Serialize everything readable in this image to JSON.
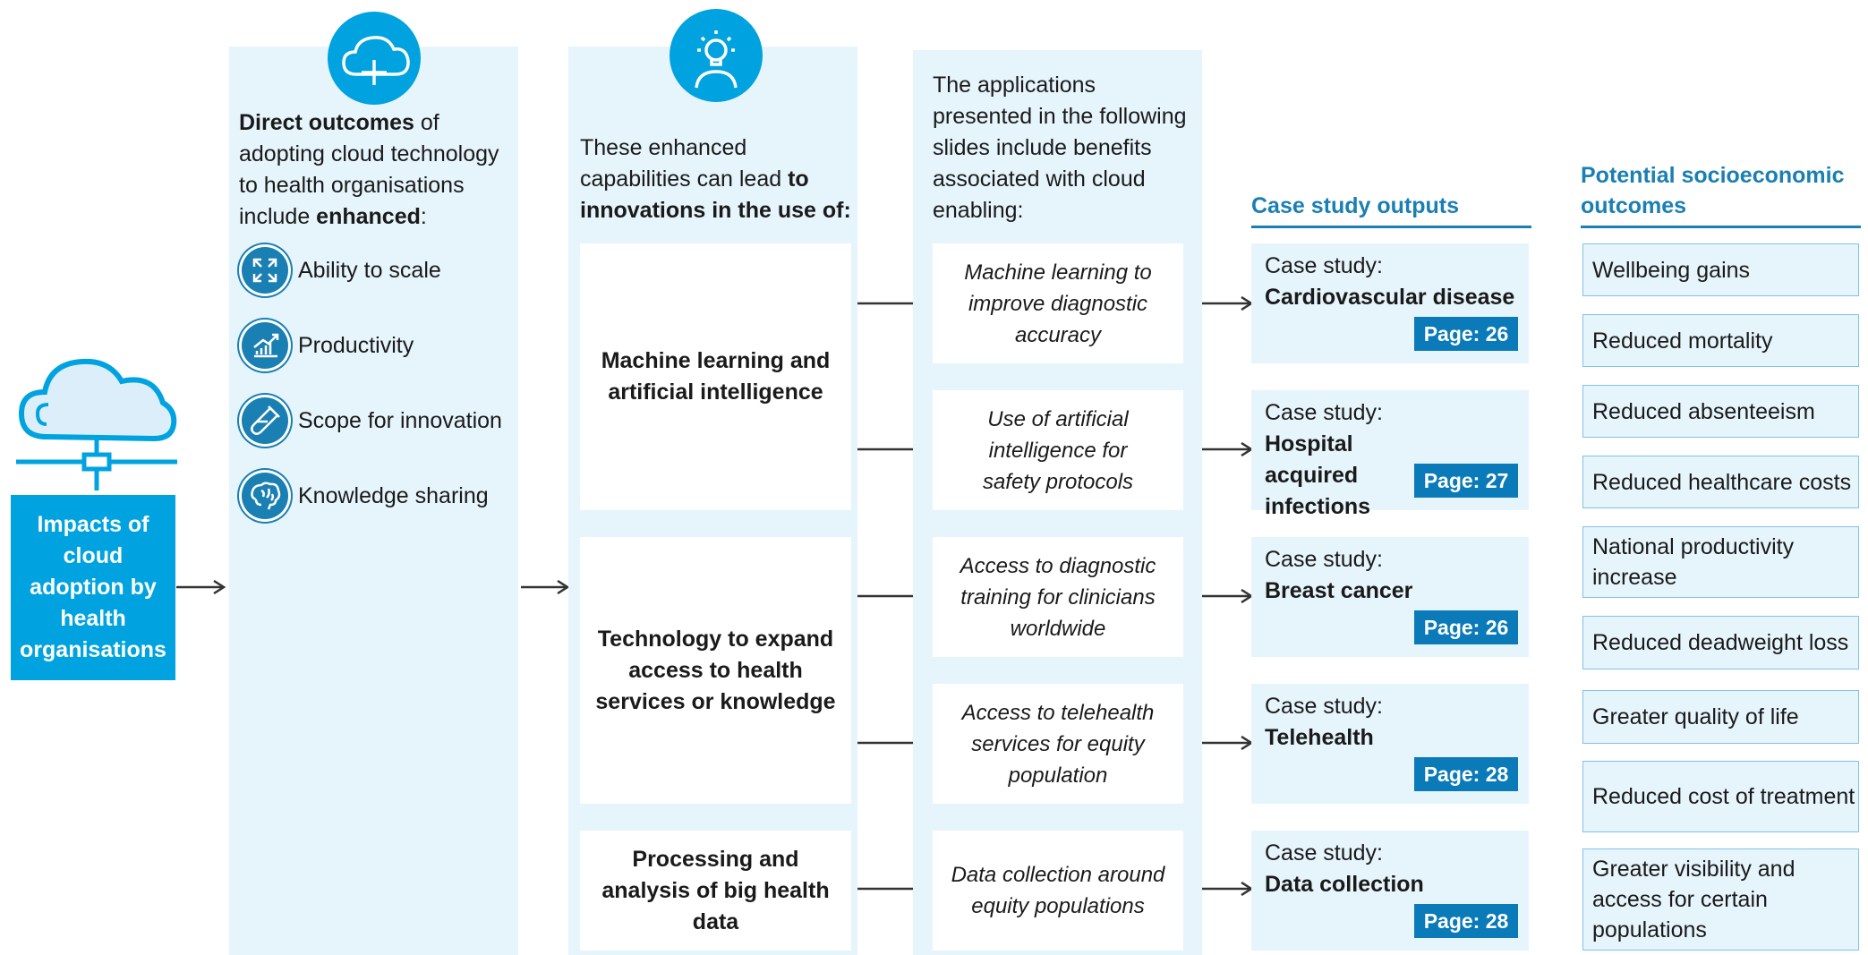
{
  "left_box": {
    "title": "Impacts of cloud adoption by health organisations"
  },
  "col1": {
    "intro": {
      "bold1": "Direct outcomes",
      "t1": " of adopting cloud technology to health organisations include ",
      "bold2": "enhanced",
      "t2": ":"
    },
    "items": [
      {
        "label": "Ability to scale",
        "icon": "expand-icon"
      },
      {
        "label": "Productivity",
        "icon": "productivity-chart-icon"
      },
      {
        "label": "Scope for innovation",
        "icon": "test-tube-icon"
      },
      {
        "label": "Knowledge sharing",
        "icon": "brain-icon"
      }
    ]
  },
  "col2": {
    "intro": {
      "t1": "These enhanced capabilities can lead ",
      "bold1": "to innovations in the use of:"
    },
    "boxes": [
      {
        "label": "Machine learning and artificial intelligence"
      },
      {
        "label": "Technology to expand access to health services or knowledge"
      },
      {
        "label": "Processing and analysis of big health data"
      }
    ]
  },
  "col3": {
    "intro": "The applications presented in the following slides include benefits associated with cloud enabling:",
    "apps": [
      "Machine learning to improve diagnostic accuracy",
      "Use of artificial intelligence for safety protocols",
      "Access to diagnostic training for clinicians worldwide",
      "Access to telehealth services for equity population",
      "Data collection around equity populations"
    ]
  },
  "col4": {
    "heading": "Case study outputs",
    "cases": [
      {
        "prefix": "Case study:",
        "name": "Cardiovascular disease",
        "page": "Page: 26"
      },
      {
        "prefix": "Case study:",
        "name": "Hospital acquired infections",
        "page": "Page: 27"
      },
      {
        "prefix": "Case study:",
        "name": "Breast cancer",
        "page": "Page: 26"
      },
      {
        "prefix": "Case study:",
        "name": "Telehealth",
        "page": "Page: 28"
      },
      {
        "prefix": "Case study:",
        "name": "Data collection",
        "page": "Page: 28"
      }
    ]
  },
  "col5": {
    "heading": "Potential socioeconomic outcomes",
    "outcomes": [
      "Wellbeing gains",
      "Reduced mortality",
      "Reduced absenteeism",
      "Reduced healthcare costs",
      "National productivity increase",
      "Reduced deadweight loss",
      "Greater quality of life",
      "Reduced cost of treatment",
      "Greater visibility and access for certain populations"
    ]
  },
  "colors": {
    "accent": "#00a3e0",
    "panel": "#e6f4fc",
    "dark_blue": "#1a7fb3",
    "badge": "#0a7ab8"
  }
}
